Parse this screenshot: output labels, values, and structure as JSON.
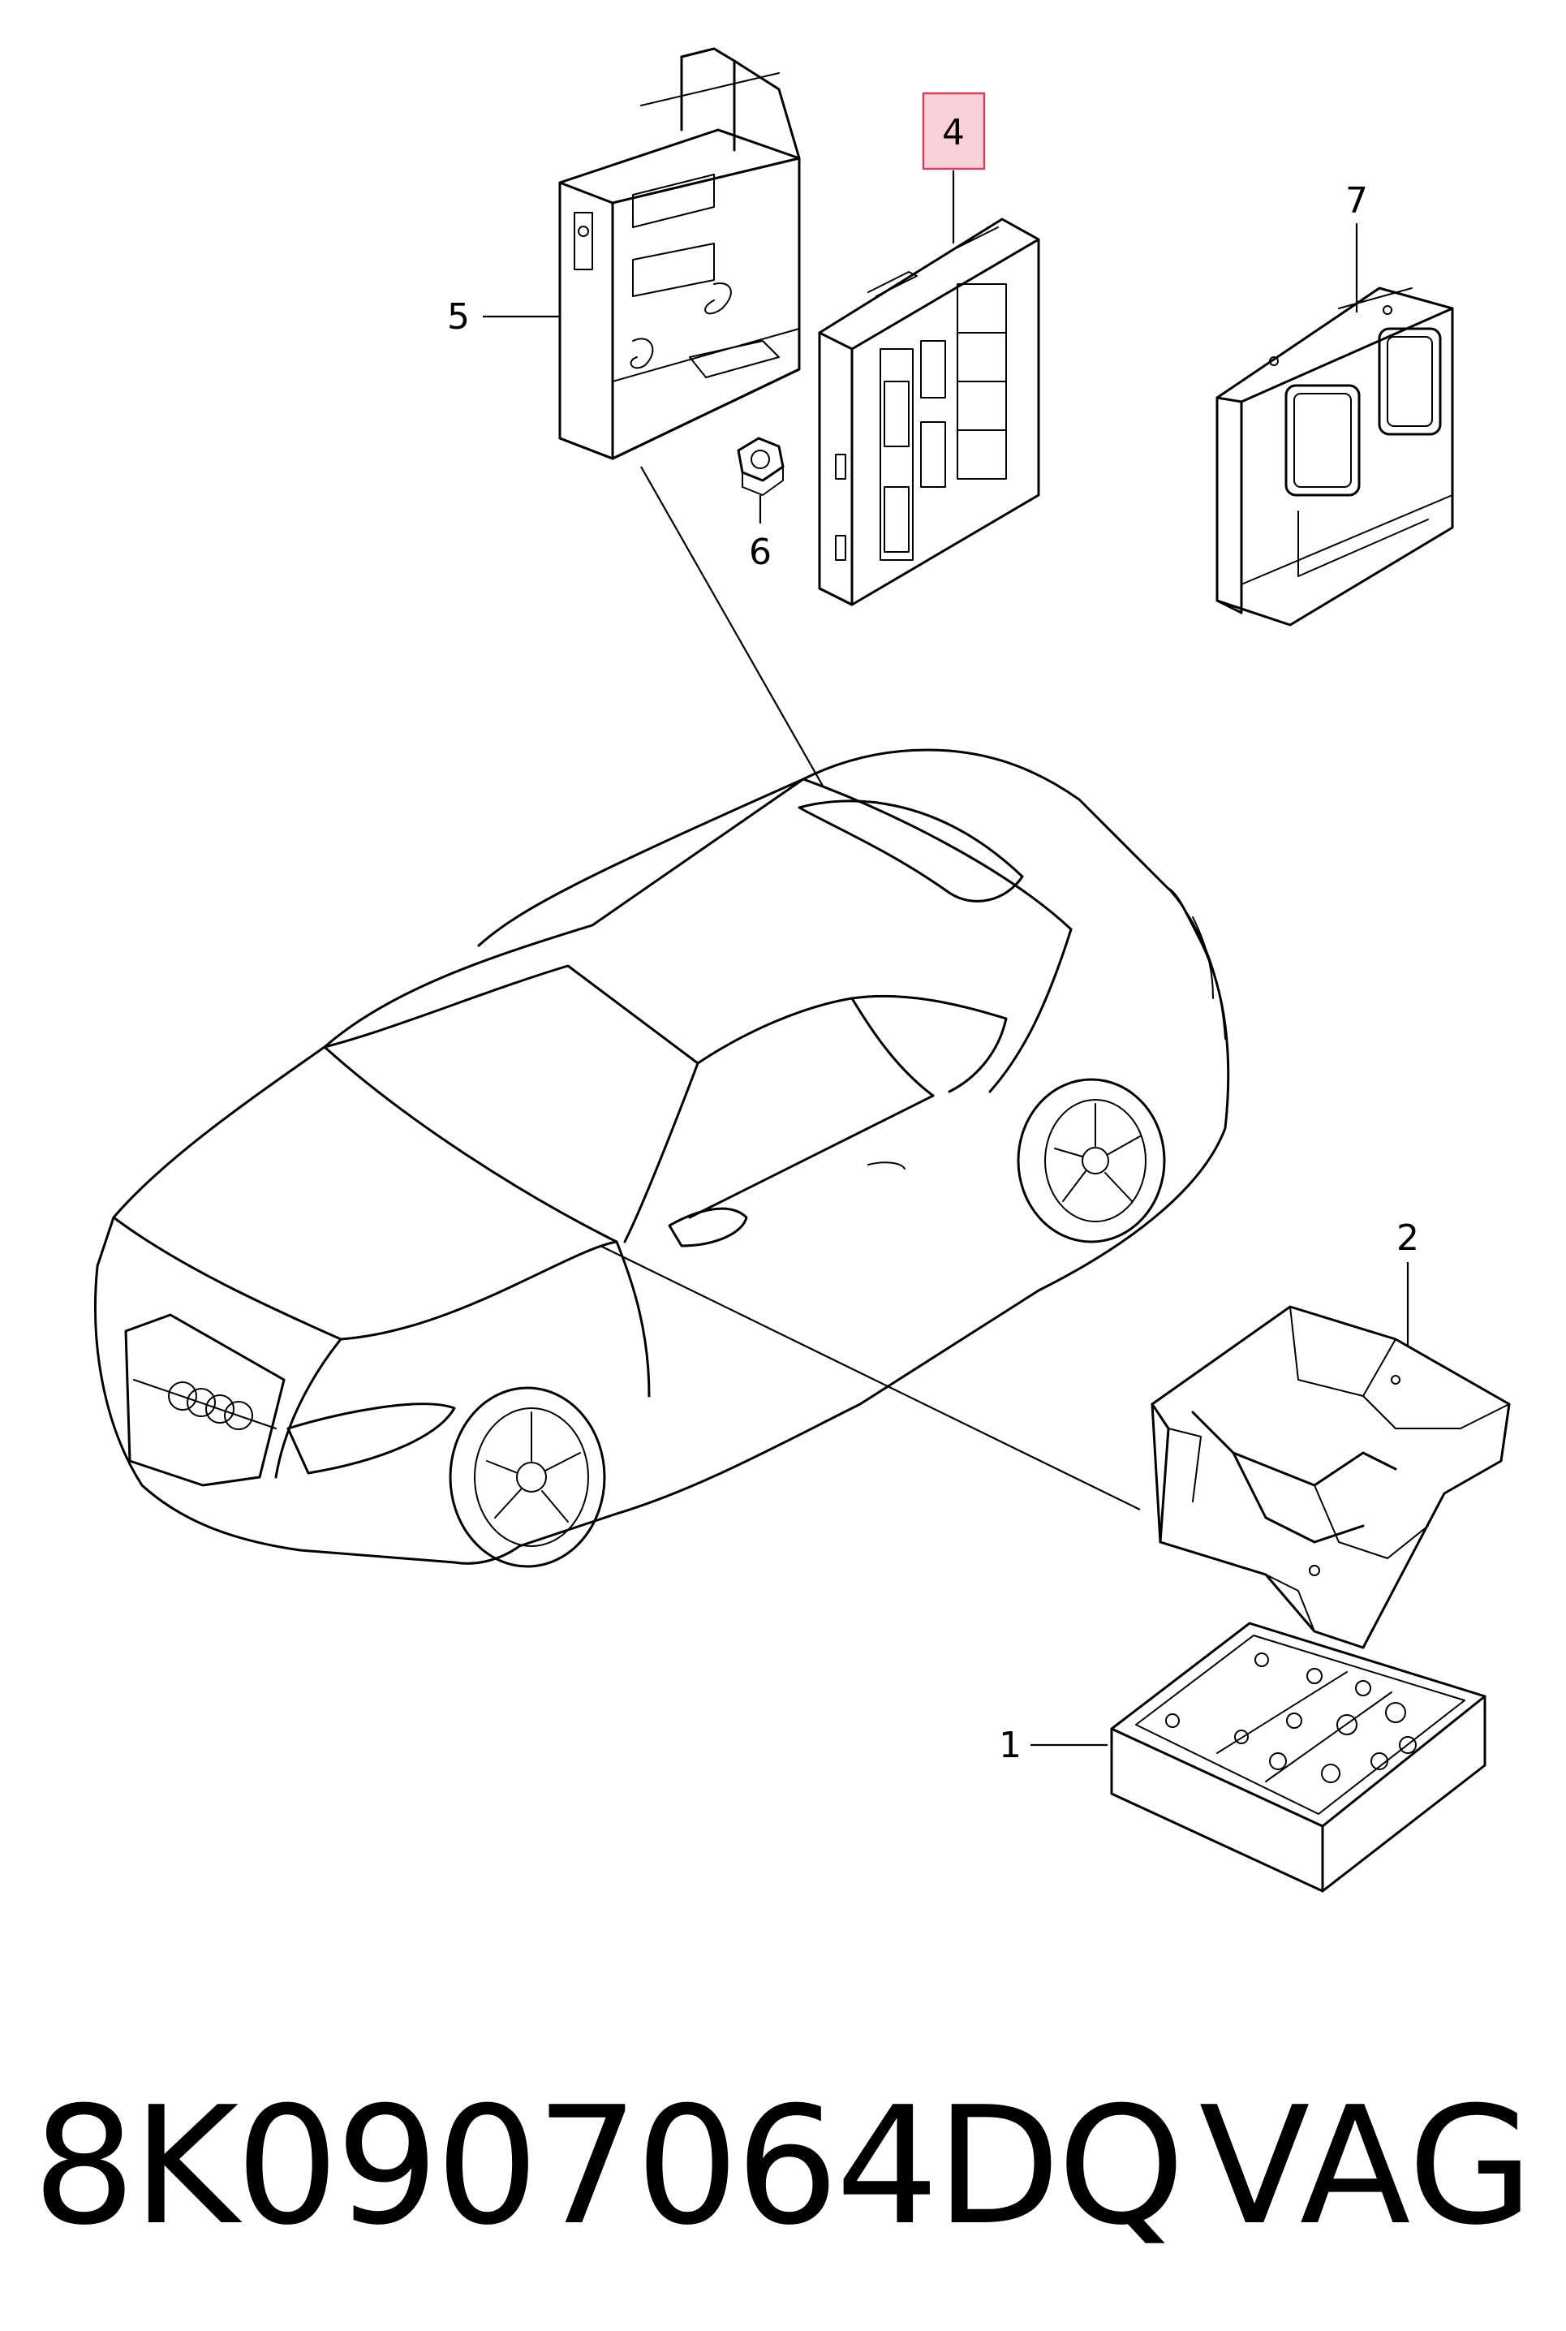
{
  "diagram": {
    "callouts": [
      {
        "id": "1",
        "label": "1"
      },
      {
        "id": "2",
        "label": "2"
      },
      {
        "id": "4",
        "label": "4",
        "highlighted": true
      },
      {
        "id": "5",
        "label": "5"
      },
      {
        "id": "6",
        "label": "6"
      },
      {
        "id": "7",
        "label": "7"
      }
    ],
    "highlight_color": "#f8d0d8",
    "highlight_border": "#d04060"
  },
  "footer": {
    "part_number": "8K0907064DQ",
    "brand": "VAG"
  }
}
